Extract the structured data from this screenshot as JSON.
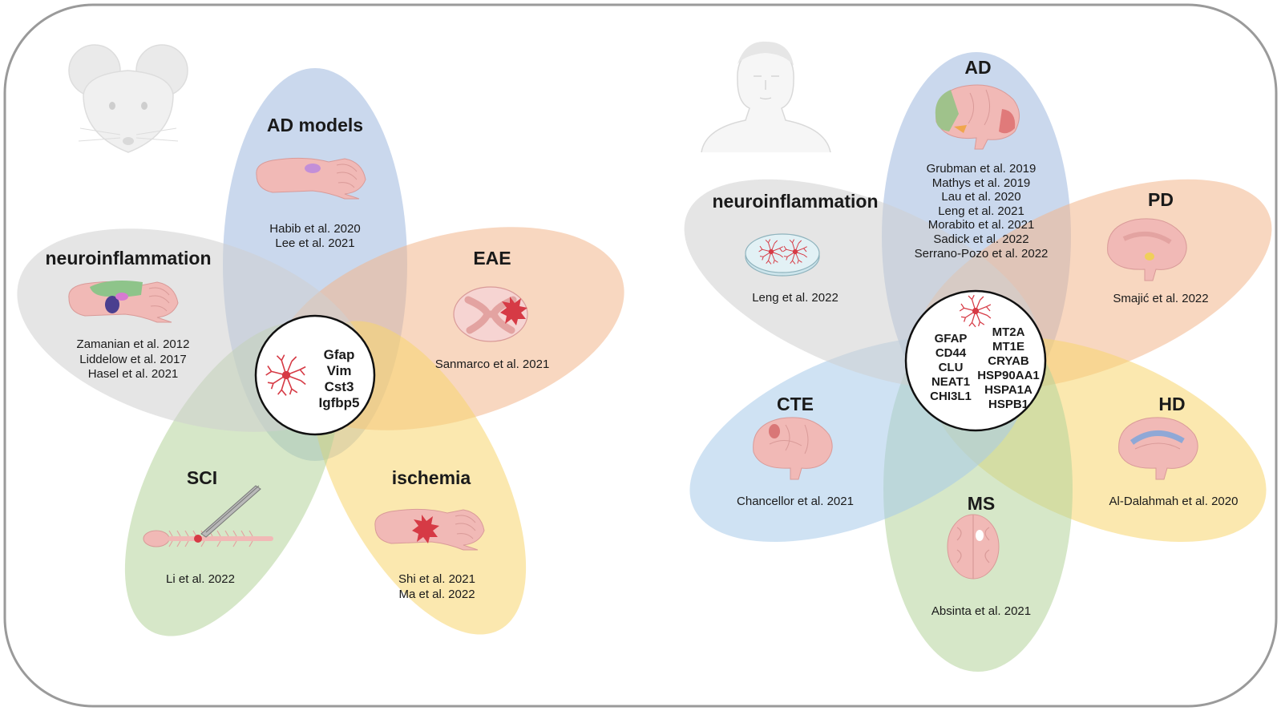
{
  "colors": {
    "blue": "#9fb8de",
    "orange": "#f3b78c",
    "yellow": "#f8d56e",
    "green": "#b5d39a",
    "gray": "#cfcfcf",
    "lightblue": "#a8cbe9",
    "frame": "#9a9a9a",
    "brain": "#f1b9b6",
    "astro": "#d63a45"
  },
  "mouse": {
    "species_icon": "mouse-head-icon",
    "center_genes": [
      "Gfap",
      "Vim",
      "Cst3",
      "Igfbp5"
    ],
    "petals": [
      {
        "key": "ad",
        "title": "AD models",
        "color": "blue",
        "icon": "mouse-brain-sagittal-icon",
        "citations": [
          "Habib et al. 2020",
          "Lee et al. 2021"
        ]
      },
      {
        "key": "eae",
        "title": "EAE",
        "color": "orange",
        "icon": "spinal-cord-section-icon",
        "citations": [
          "Sanmarco et al. 2021"
        ]
      },
      {
        "key": "ischemia",
        "title": "ischemia",
        "color": "yellow",
        "icon": "mouse-brain-lesion-icon",
        "citations": [
          "Shi et al. 2021",
          "Ma et al. 2022"
        ]
      },
      {
        "key": "sci",
        "title": "SCI",
        "color": "green",
        "icon": "spinal-cord-injury-icon",
        "citations": [
          "Li et al. 2022"
        ]
      },
      {
        "key": "neuro",
        "title": "neuroinflammation",
        "color": "gray",
        "icon": "mouse-brain-regions-icon",
        "citations": [
          "Zamanian et al. 2012",
          "Liddelow et al.  2017",
          "Hasel et al. 2021"
        ]
      }
    ]
  },
  "human": {
    "species_icon": "human-head-icon",
    "center_genes_left": [
      "GFAP",
      "CD44",
      "CLU",
      "NEAT1",
      "CHI3L1"
    ],
    "center_genes_right": [
      "MT2A",
      "MT1E",
      "CRYAB",
      "HSP90AA1",
      "HSPA1A",
      "HSPB1"
    ],
    "petals": [
      {
        "key": "ad",
        "title": "AD",
        "color": "blue",
        "icon": "human-brain-lobes-icon",
        "citations": [
          "Grubman et al. 2019",
          "Mathys et al. 2019",
          "Lau et al. 2020",
          "Leng et al. 2021",
          "Morabito et al. 2021",
          "Sadick et al. 2022",
          "Serrano-Pozo et al. 2022"
        ]
      },
      {
        "key": "pd",
        "title": "PD",
        "color": "orange",
        "icon": "human-brain-midbrain-icon",
        "citations": [
          "Smajić et al. 2022"
        ]
      },
      {
        "key": "hd",
        "title": "HD",
        "color": "yellow",
        "icon": "human-brain-striatum-icon",
        "citations": [
          "Al-Dalahmah et al. 2020"
        ]
      },
      {
        "key": "ms",
        "title": "MS",
        "color": "green",
        "icon": "human-brain-top-lesion-icon",
        "citations": [
          "Absinta et al. 2021"
        ]
      },
      {
        "key": "cte",
        "title": "CTE",
        "color": "lightblue",
        "icon": "human-brain-injury-icon",
        "citations": [
          "Chancellor et al. 2021"
        ]
      },
      {
        "key": "neuro",
        "title": "neuroinflammation",
        "color": "gray",
        "icon": "petri-dish-astrocytes-icon",
        "citations": [
          "Leng et al. 2022"
        ]
      }
    ]
  }
}
